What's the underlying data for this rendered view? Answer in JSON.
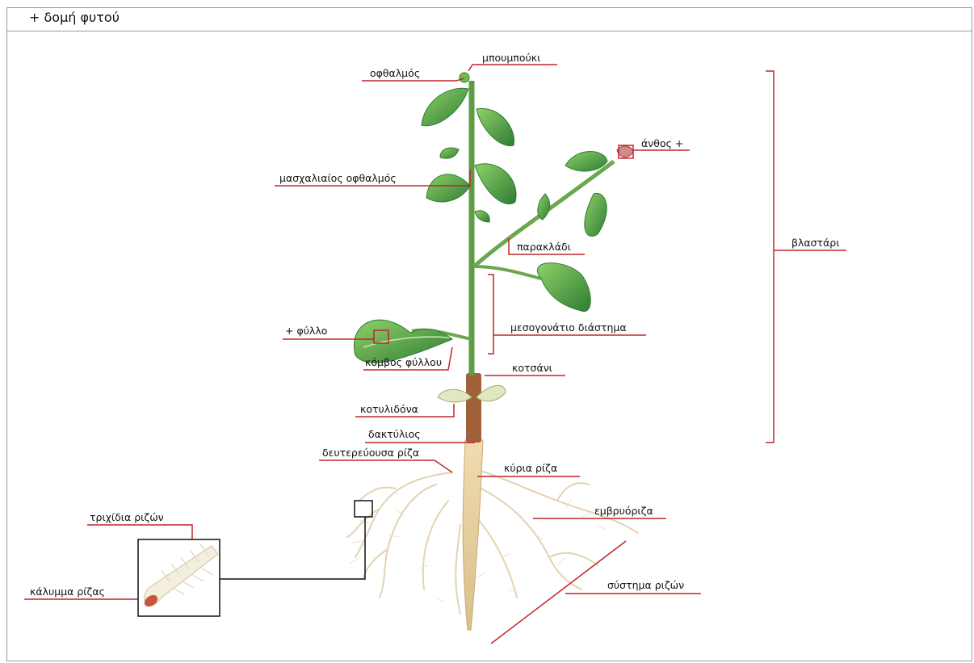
{
  "header": {
    "title": "+ δομή φυτού"
  },
  "labels": {
    "bud": "μπουμπούκι",
    "eye": "οφθαλμός",
    "flower": "άνθος +",
    "axillary_bud": "μασχαλιαίος οφθαλμός",
    "side_branch": "παρακλάδι",
    "shoot": "βλαστάρι",
    "internode": "μεσογονάτιο διάστημα",
    "leaf": "+ φύλλο",
    "leaf_node": "κόμβος φύλλου",
    "petiole": "κοτσάνι",
    "cotyledon": "κοτυλιδόνα",
    "ring": "δακτύλιος",
    "secondary_root": "δευτερεύουσα ρίζα",
    "main_root": "κύρια ρίζα",
    "embryo_root": "εμβρυόριζα",
    "root_system": "σύστημα ριζών",
    "root_hairs": "τριχίδια ριζών",
    "root_cap": "κάλυμμα ρίζας"
  },
  "colors": {
    "leader": "#c0262c",
    "leaf_dark": "#2f7d32",
    "leaf_light": "#6cbf4a",
    "stem": "#6aa84f",
    "hypocotyl": "#a0613a",
    "root": "#e6cfa0",
    "root_cap": "#c8553d"
  }
}
